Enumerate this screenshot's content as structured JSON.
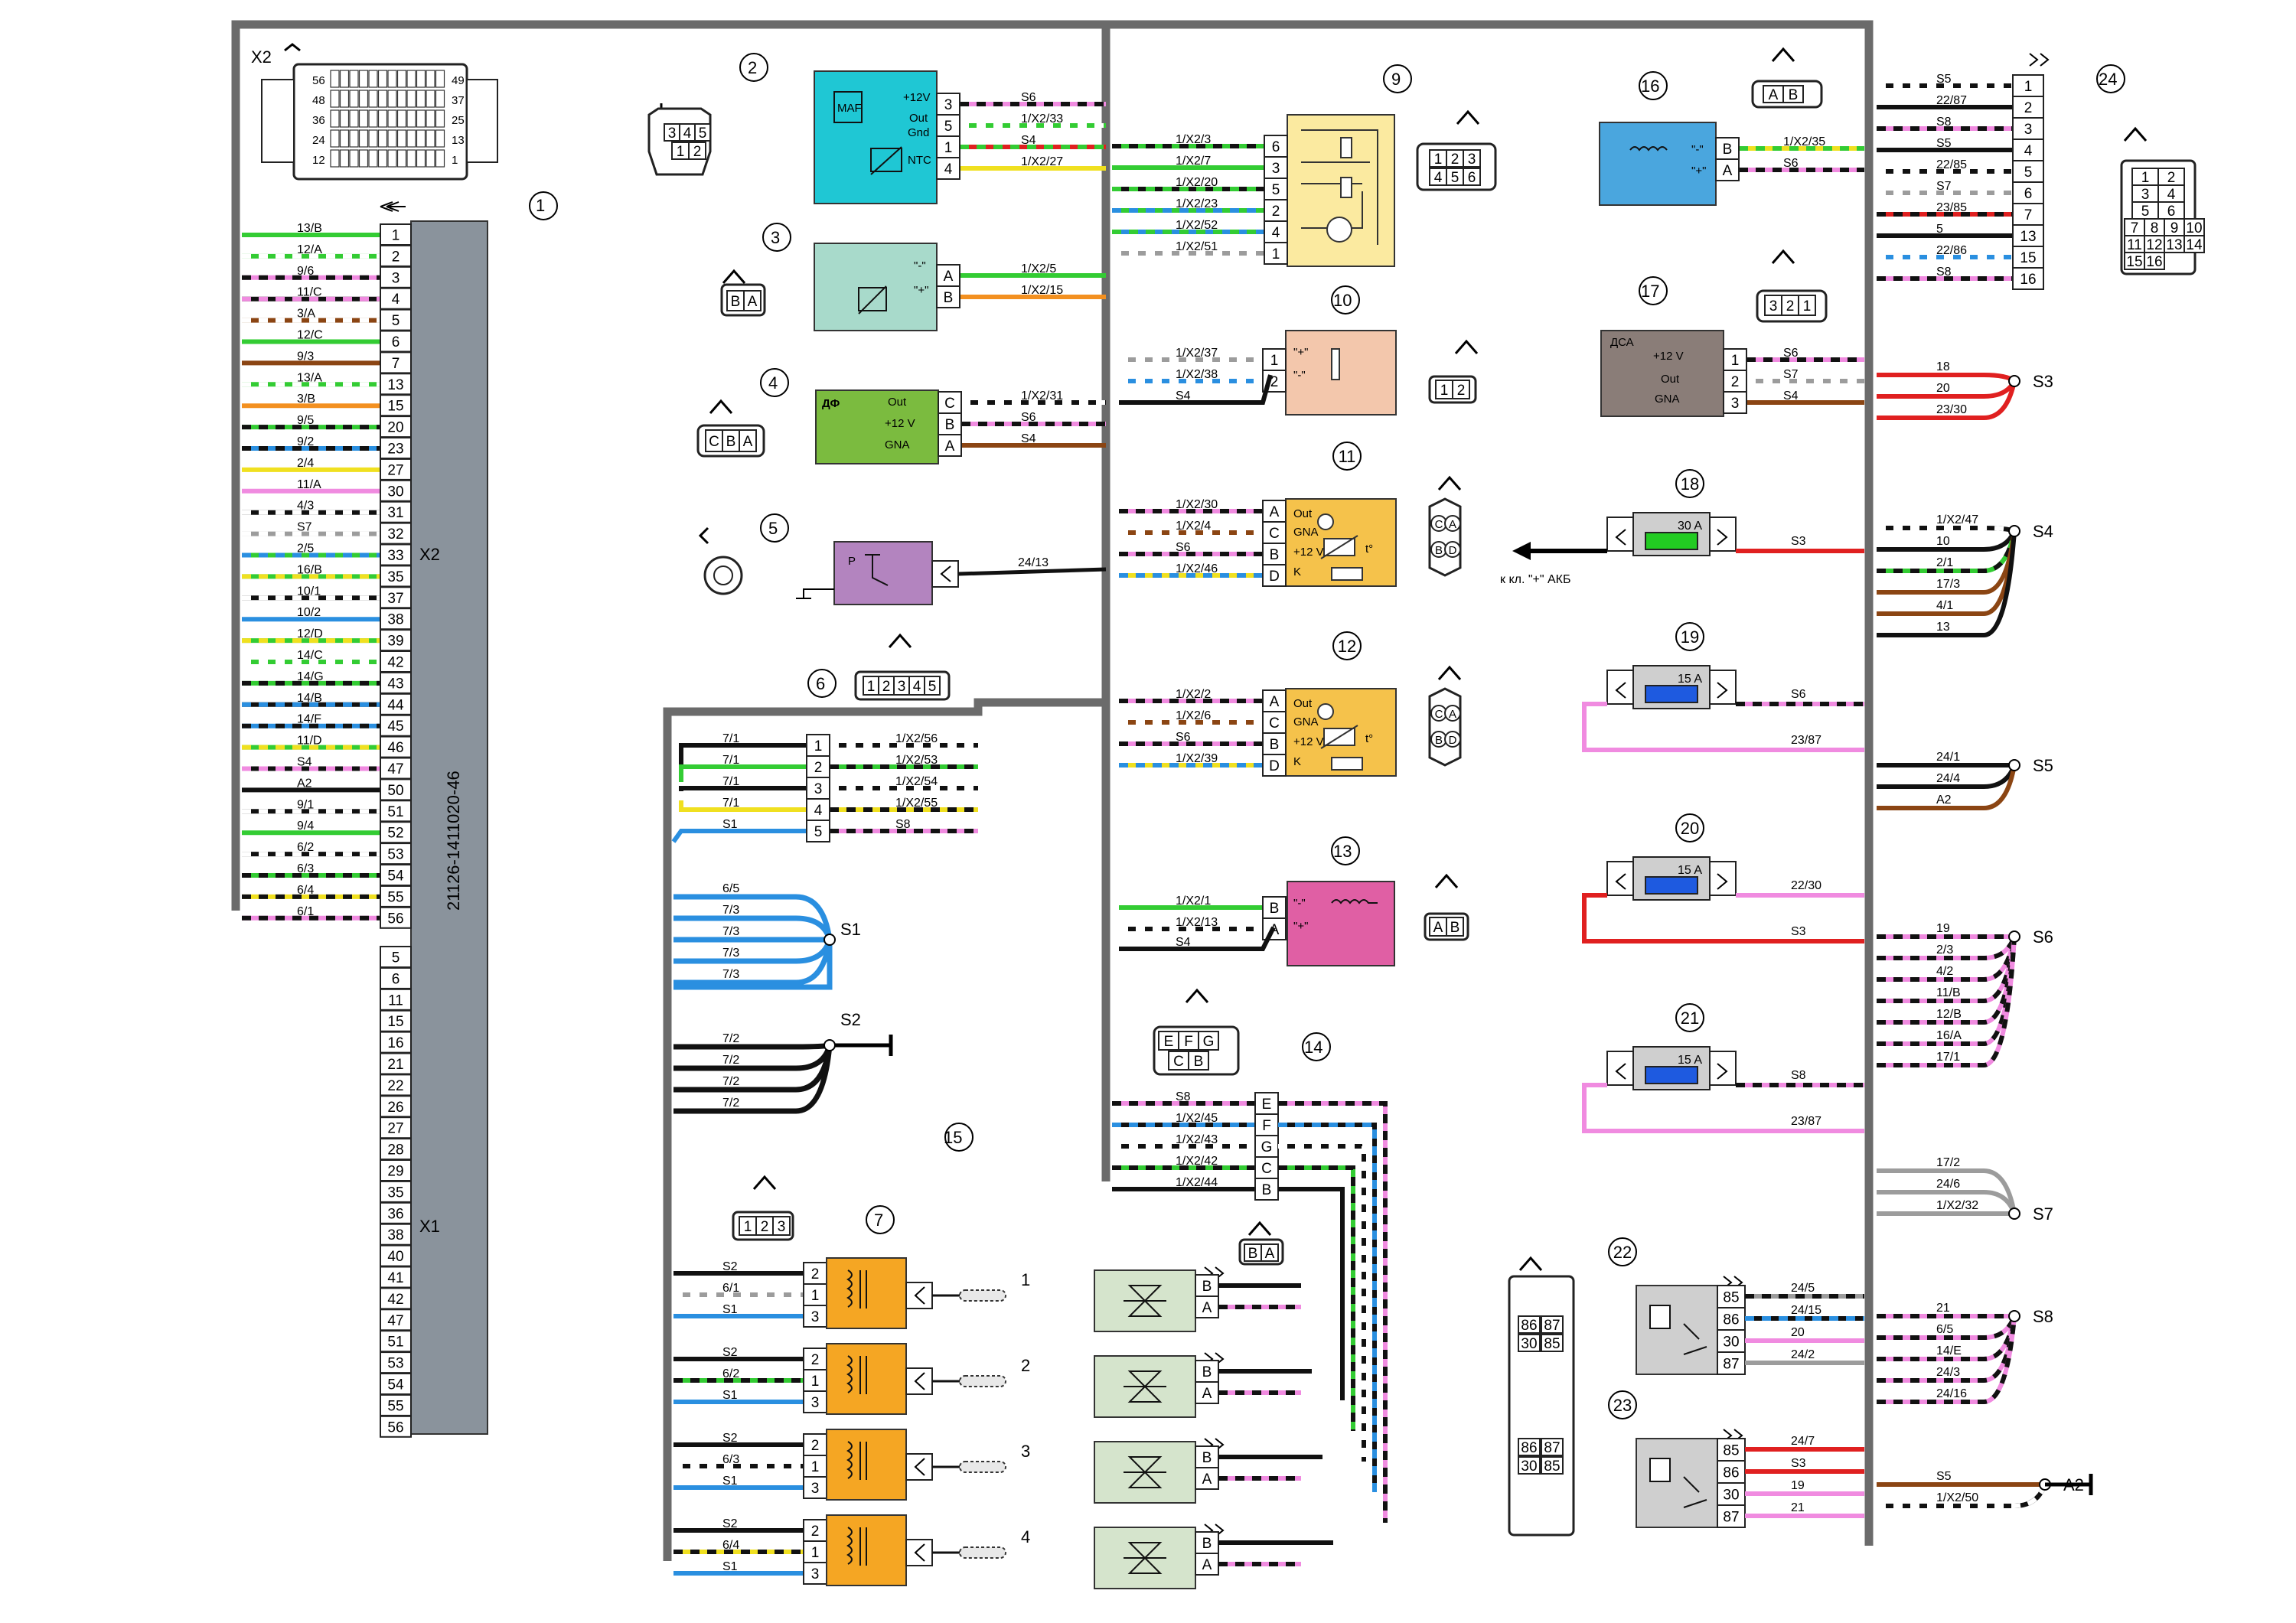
{
  "ecu": {
    "part_number": "21126-1411020-46",
    "connector_x2": "X2",
    "connector_x1": "X1",
    "callout": "1",
    "header_pins": {
      "left": [
        "56",
        "48",
        "36",
        "24",
        "12"
      ],
      "right": [
        "49",
        "37",
        "25",
        "13",
        "1"
      ]
    },
    "x2_rows": [
      {
        "pin": "1",
        "wire": "13/B"
      },
      {
        "pin": "2",
        "wire": "12/A"
      },
      {
        "pin": "3",
        "wire": "9/6"
      },
      {
        "pin": "4",
        "wire": "11/C"
      },
      {
        "pin": "5",
        "wire": "3/A"
      },
      {
        "pin": "6",
        "wire": "12/C"
      },
      {
        "pin": "7",
        "wire": "9/3"
      },
      {
        "pin": "13",
        "wire": "13/A"
      },
      {
        "pin": "15",
        "wire": "3/B"
      },
      {
        "pin": "20",
        "wire": "9/5"
      },
      {
        "pin": "23",
        "wire": "9/2"
      },
      {
        "pin": "27",
        "wire": "2/4"
      },
      {
        "pin": "30",
        "wire": "11/A"
      },
      {
        "pin": "31",
        "wire": "4/3"
      },
      {
        "pin": "32",
        "wire": "S7"
      },
      {
        "pin": "33",
        "wire": "2/5"
      },
      {
        "pin": "35",
        "wire": "16/B"
      },
      {
        "pin": "37",
        "wire": "10/1"
      },
      {
        "pin": "38",
        "wire": "10/2"
      },
      {
        "pin": "39",
        "wire": "12/D"
      },
      {
        "pin": "42",
        "wire": "14/C"
      },
      {
        "pin": "43",
        "wire": "14/G"
      },
      {
        "pin": "44",
        "wire": "14/B"
      },
      {
        "pin": "45",
        "wire": "14/F"
      },
      {
        "pin": "46",
        "wire": "11/D"
      },
      {
        "pin": "47",
        "wire": "S4"
      },
      {
        "pin": "50",
        "wire": "A2"
      },
      {
        "pin": "51",
        "wire": "9/1"
      },
      {
        "pin": "52",
        "wire": "9/4"
      },
      {
        "pin": "53",
        "wire": "6/2"
      },
      {
        "pin": "54",
        "wire": "6/3"
      },
      {
        "pin": "55",
        "wire": "6/4"
      },
      {
        "pin": "56",
        "wire": "6/1"
      }
    ],
    "x1_pins": [
      "5",
      "6",
      "11",
      "15",
      "16",
      "21",
      "22",
      "26",
      "27",
      "28",
      "29",
      "35",
      "36",
      "38",
      "40",
      "41",
      "42",
      "47",
      "51",
      "53",
      "54",
      "55",
      "56"
    ]
  },
  "components": {
    "c2": {
      "n": "2",
      "labels": [
        "+12V",
        "MAF",
        "Out",
        "Gnd",
        "NTC"
      ],
      "pins": [
        "3",
        "5",
        "1",
        "4"
      ],
      "wires": [
        "S6",
        "1/X2/33",
        "S4",
        "1/X2/27"
      ],
      "plug": [
        "3",
        "4",
        "5",
        "1",
        "2"
      ]
    },
    "c3": {
      "n": "3",
      "labels": [
        "\"-\"",
        "\"+\""
      ],
      "pins": [
        "A",
        "B"
      ],
      "wires": [
        "1/X2/5",
        "1/X2/15"
      ],
      "plug": [
        "B",
        "A"
      ]
    },
    "c4": {
      "n": "4",
      "title": "ДФ",
      "labels": [
        "Out",
        "+12 V",
        "GNA"
      ],
      "pins": [
        "C",
        "B",
        "A"
      ],
      "wires": [
        "1/X2/31",
        "S6",
        "S4"
      ],
      "plug": [
        "C",
        "B",
        "A"
      ]
    },
    "c5": {
      "n": "5",
      "title": "P",
      "wire": "24/13"
    },
    "c6": {
      "n": "6",
      "pins": [
        "1",
        "2",
        "3",
        "4",
        "5"
      ],
      "left": [
        "7/1",
        "7/1",
        "7/1",
        "7/1",
        "S1"
      ],
      "right": [
        "1/X2/56",
        "1/X2/53",
        "1/X2/54",
        "1/X2/55",
        "S8"
      ],
      "plug": [
        "1",
        "2",
        "3",
        "4",
        "5"
      ]
    },
    "c7": {
      "n": "7",
      "plug": [
        "1",
        "2",
        "3"
      ],
      "coils": [
        {
          "wires": [
            "S2",
            "6/1",
            "S1"
          ],
          "pins": [
            "2",
            "1",
            "3"
          ],
          "spark": "1"
        },
        {
          "wires": [
            "S2",
            "6/2",
            "S1"
          ],
          "pins": [
            "2",
            "1",
            "3"
          ],
          "spark": "2"
        },
        {
          "wires": [
            "S2",
            "6/3",
            "S1"
          ],
          "pins": [
            "2",
            "1",
            "3"
          ],
          "spark": "3"
        },
        {
          "wires": [
            "S2",
            "6/4",
            "S1"
          ],
          "pins": [
            "2",
            "1",
            "3"
          ],
          "spark": "4"
        }
      ]
    },
    "c9": {
      "n": "9",
      "pins": [
        "6",
        "3",
        "5",
        "2",
        "4",
        "1"
      ],
      "wires": [
        "1/X2/3",
        "1/X2/7",
        "1/X2/20",
        "1/X2/23",
        "1/X2/52",
        "1/X2/51"
      ],
      "plug": [
        "1",
        "2",
        "3",
        "4",
        "5",
        "6"
      ]
    },
    "c10": {
      "n": "10",
      "labels": [
        "\"+\"",
        "\"-\""
      ],
      "pins": [
        "1",
        "2"
      ],
      "wires": [
        "1/X2/37",
        "1/X2/38",
        "S4"
      ],
      "plug": [
        "1",
        "2"
      ]
    },
    "c11": {
      "n": "11",
      "labels": [
        "Out",
        "GNA",
        "+12 V",
        "K",
        "t°"
      ],
      "pins": [
        "A",
        "C",
        "B",
        "D"
      ],
      "wires": [
        "1/X2/30",
        "1/X2/4",
        "S6",
        "1/X2/46"
      ],
      "plug": [
        "C",
        "A",
        "B",
        "D"
      ]
    },
    "c12": {
      "n": "12",
      "labels": [
        "Out",
        "GNA",
        "+12 V",
        "K",
        "t°"
      ],
      "pins": [
        "A",
        "C",
        "B",
        "D"
      ],
      "wires": [
        "1/X2/2",
        "1/X2/6",
        "S6",
        "1/X2/39"
      ],
      "plug": [
        "C",
        "A",
        "B",
        "D"
      ]
    },
    "c13": {
      "n": "13",
      "labels": [
        "\"-\"",
        "\"+\""
      ],
      "pins": [
        "B",
        "A"
      ],
      "wires": [
        "1/X2/1",
        "1/X2/13",
        "S4"
      ],
      "plug": [
        "A",
        "B"
      ]
    },
    "c14": {
      "n": "14",
      "pins": [
        "E",
        "F",
        "G",
        "C",
        "B"
      ],
      "wires": [
        "S8",
        "1/X2/45",
        "1/X2/43",
        "1/X2/42",
        "1/X2/44"
      ],
      "plug": [
        "E",
        "F",
        "G",
        "C",
        "B"
      ]
    },
    "c15": {
      "n": "15",
      "injector_pins": [
        "B",
        "A"
      ],
      "plug": [
        "B",
        "A"
      ]
    },
    "c16": {
      "n": "16",
      "labels": [
        "\"-\"",
        "\"+\""
      ],
      "pins": [
        "B",
        "A"
      ],
      "wires": [
        "1/X2/35",
        "S6"
      ],
      "plug": [
        "A",
        "B"
      ]
    },
    "c17": {
      "n": "17",
      "title": "ДСА",
      "labels": [
        "+12 V",
        "Out",
        "GNA"
      ],
      "pins": [
        "1",
        "2",
        "3"
      ],
      "wires": [
        "S6",
        "S7",
        "S4"
      ],
      "plug": [
        "3",
        "2",
        "1"
      ]
    },
    "c18": {
      "n": "18",
      "fuse": "30 A",
      "wire": "S3",
      "note": "к кл. \"+\" АКБ"
    },
    "c19": {
      "n": "19",
      "fuse": "15 A",
      "wires": [
        "S6",
        "23/87"
      ]
    },
    "c20": {
      "n": "20",
      "fuse": "15 A",
      "wires": [
        "22/30",
        "S3"
      ]
    },
    "c21": {
      "n": "21",
      "fuse": "15 A",
      "wires": [
        "S8",
        "23/87"
      ]
    },
    "c22": {
      "n": "22",
      "pins": [
        "85",
        "86",
        "30",
        "87"
      ],
      "wires": [
        "24/5",
        "24/15",
        "20",
        "24/2"
      ]
    },
    "c23": {
      "n": "23",
      "pins": [
        "85",
        "86",
        "30",
        "87"
      ],
      "wires": [
        "24/7",
        "S3",
        "19",
        "21"
      ]
    },
    "relay_plug": [
      "86",
      "87",
      "30",
      "85"
    ],
    "c24": {
      "n": "24",
      "pins": [
        "1",
        "2",
        "3",
        "4",
        "5",
        "6",
        "7",
        "13",
        "15",
        "16"
      ],
      "wires": [
        "S5",
        "22/87",
        "S8",
        "S5",
        "22/85",
        "S7",
        "23/85",
        "5",
        "22/86",
        "S8"
      ],
      "plug": [
        "1",
        "2",
        "3",
        "4",
        "5",
        "6",
        "7",
        "8",
        "9",
        "10",
        "11",
        "12",
        "13",
        "14",
        "15",
        "16"
      ]
    }
  },
  "splices": {
    "S1": {
      "name": "S1",
      "wires": [
        "6/5",
        "7/3",
        "7/3",
        "7/3",
        "7/3"
      ]
    },
    "S2": {
      "name": "S2",
      "wires": [
        "7/2",
        "7/2",
        "7/2",
        "7/2"
      ]
    },
    "S3": {
      "name": "S3",
      "wires": [
        "18",
        "20",
        "23/30"
      ]
    },
    "S4": {
      "name": "S4",
      "wires": [
        "1/X2/47",
        "10",
        "2/1",
        "17/3",
        "4/1",
        "13"
      ]
    },
    "S5": {
      "name": "S5",
      "wires": [
        "24/1",
        "24/4",
        "A2"
      ]
    },
    "S6": {
      "name": "S6",
      "wires": [
        "19",
        "2/3",
        "4/2",
        "11/B",
        "12/B",
        "16/A",
        "17/1"
      ]
    },
    "S7": {
      "name": "S7",
      "wires": [
        "17/2",
        "24/6",
        "1/X2/32"
      ]
    },
    "S8": {
      "name": "S8",
      "wires": [
        "21",
        "6/5",
        "14/E",
        "24/3",
        "24/16"
      ]
    },
    "A2": {
      "name": "A2",
      "wires": [
        "S5",
        "1/X2/50"
      ]
    }
  },
  "colors": {
    "harness": "#6b6b6b",
    "ecu_body": "#8a939c",
    "maf": "#1fc7d4",
    "sensor3": "#a8dacb",
    "sensor4": "#7bbb3f",
    "press": "#b384bf",
    "throttle": "#fbeaa0",
    "knock": "#f3c7ac",
    "o2": "#f5c24b",
    "canister": "#e05fa4",
    "coil": "#f5a623",
    "injector": "#d5e4cc",
    "speed": "#4aa6de",
    "ds_a": "#8a7d78",
    "fuse_box": "#cfcfcf",
    "fuse_green": "#22cc22",
    "fuse_blue": "#1e5ae0",
    "wire_green": "#33cc33",
    "wire_blue": "#2a8fe0",
    "wire_pink": "#f08be0",
    "wire_red": "#e02020",
    "wire_brown": "#8b4513",
    "wire_orange": "#f39020",
    "wire_yellow": "#f0e020",
    "wire_black": "#111111",
    "wire_gray": "#9c9c9c"
  }
}
